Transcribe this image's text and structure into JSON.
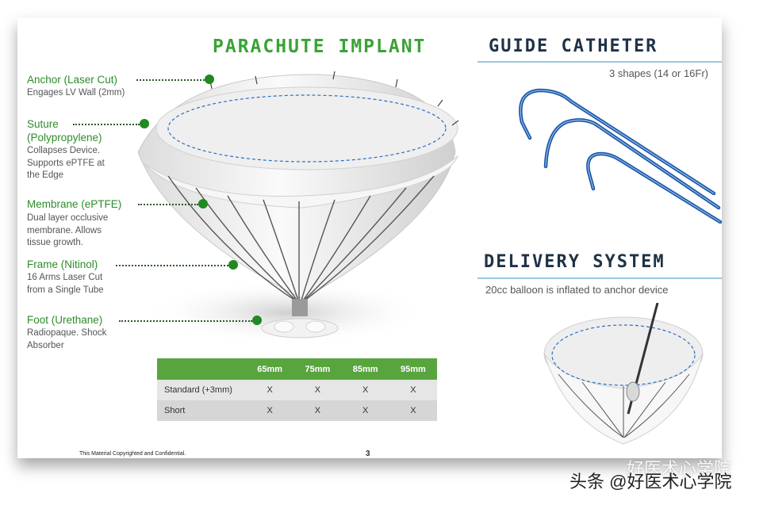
{
  "left": {
    "title": "PARACHUTE IMPLANT",
    "labels": [
      {
        "name": "Anchor (Laser Cut)",
        "desc": [
          "Engages LV Wall (2mm)"
        ]
      },
      {
        "name": "Suture",
        "name2": "(Polypropylene)",
        "desc": [
          "Collapses Device.",
          "Supports ePTFE at",
          "the Edge"
        ]
      },
      {
        "name": "Membrane (ePTFE)",
        "desc": [
          "Dual layer occlusive",
          "membrane. Allows",
          "tissue growth."
        ]
      },
      {
        "name": "Frame (Nitinol)",
        "desc": [
          "16 Arms Laser Cut",
          "from a Single Tube"
        ]
      },
      {
        "name": "Foot (Urethane)",
        "desc": [
          "Radiopaque. Shock",
          "Absorber"
        ]
      }
    ],
    "table": {
      "headers": [
        "",
        "65mm",
        "75mm",
        "85mm",
        "95mm"
      ],
      "rows": [
        [
          "Standard (+3mm)",
          "X",
          "X",
          "X",
          "X"
        ],
        [
          "Short",
          "X",
          "X",
          "X",
          "X"
        ]
      ]
    },
    "footer": "This Material Copyrighted and Confidential.",
    "page_number": "3"
  },
  "right": {
    "guide_title": "GUIDE CATHETER",
    "guide_caption": "3 shapes (14 or 16Fr)",
    "delivery_title": "DELIVERY SYSTEM",
    "delivery_caption": "20cc balloon is inflated to anchor device"
  },
  "watermark": "头条 @好医术心学院",
  "watermark_top": "好医术心学院",
  "colors": {
    "green": "#3aa335",
    "navy": "#1f3246",
    "catheter": "#1a56a8"
  }
}
